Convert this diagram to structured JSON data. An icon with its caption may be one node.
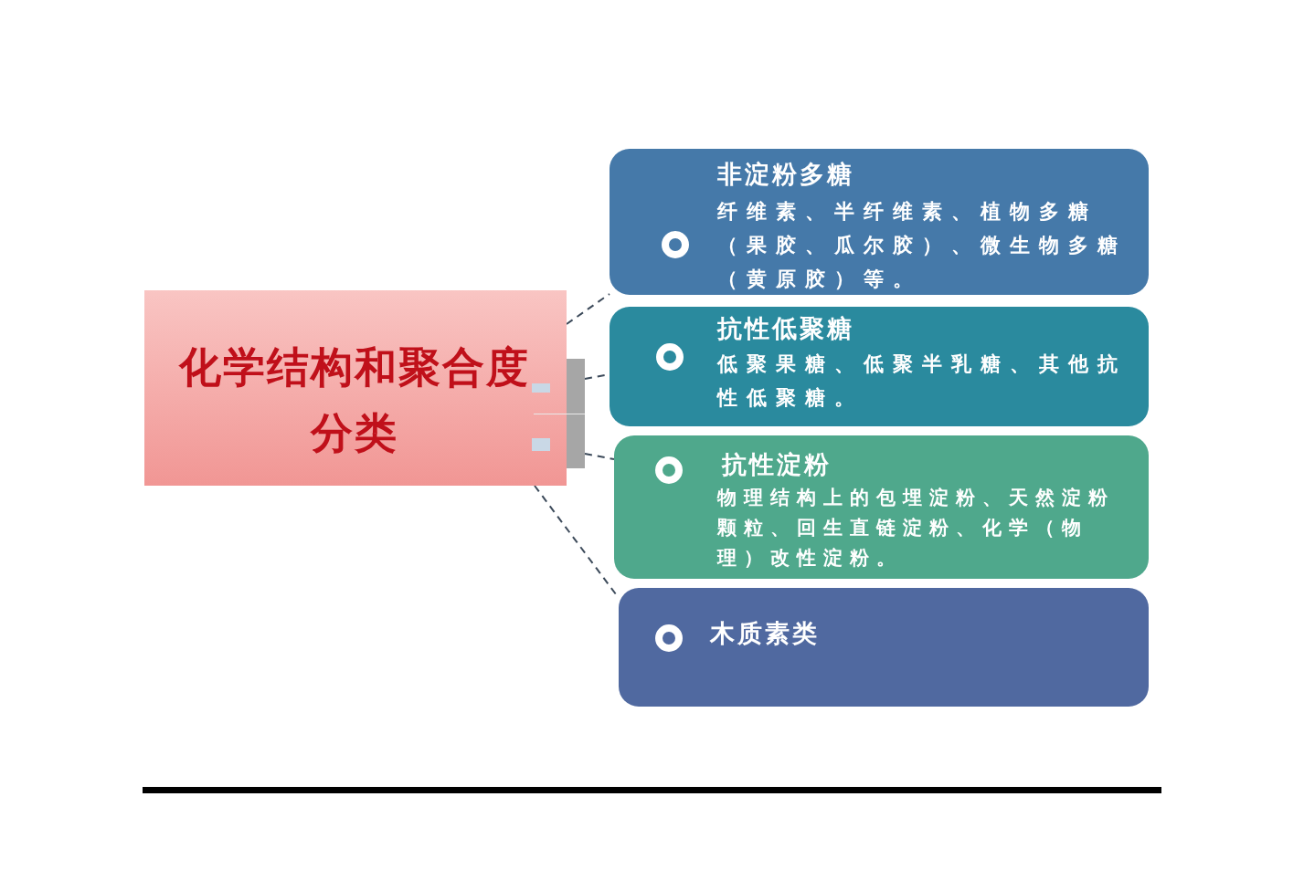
{
  "diagram": {
    "nodes": [
      {
        "text": [
          "化学结构和聚合度分类"
        ]
      },
      {
        "text": [
          "非淀粉多糖",
          "纤维素、半纤维素、植物多糖（果胶、瓜尔胶）、微生物多糖（黄原胶）等。"
        ]
      },
      {
        "text": [
          "抗性低聚糖",
          "低聚果糖、低聚半乳糖、其他抗性低聚糖。"
        ]
      },
      {
        "text": [
          "抗性淀粉",
          "物理结构上的包埋淀粉、天然淀粉颗粒、回生直链淀粉、化学（物理）改性淀粉。"
        ]
      },
      {
        "text": [
          "木质素类"
        ]
      }
    ],
    "edges": [
      {
        "from": 0,
        "to": 1,
        "arrow": "none",
        "style": "dashed"
      },
      {
        "from": 0,
        "to": 2,
        "arrow": "none",
        "style": "dashed"
      },
      {
        "from": 0,
        "to": 3,
        "arrow": "none",
        "style": "dashed"
      },
      {
        "from": 0,
        "to": 4,
        "arrow": "none",
        "style": "dashed"
      }
    ]
  }
}
